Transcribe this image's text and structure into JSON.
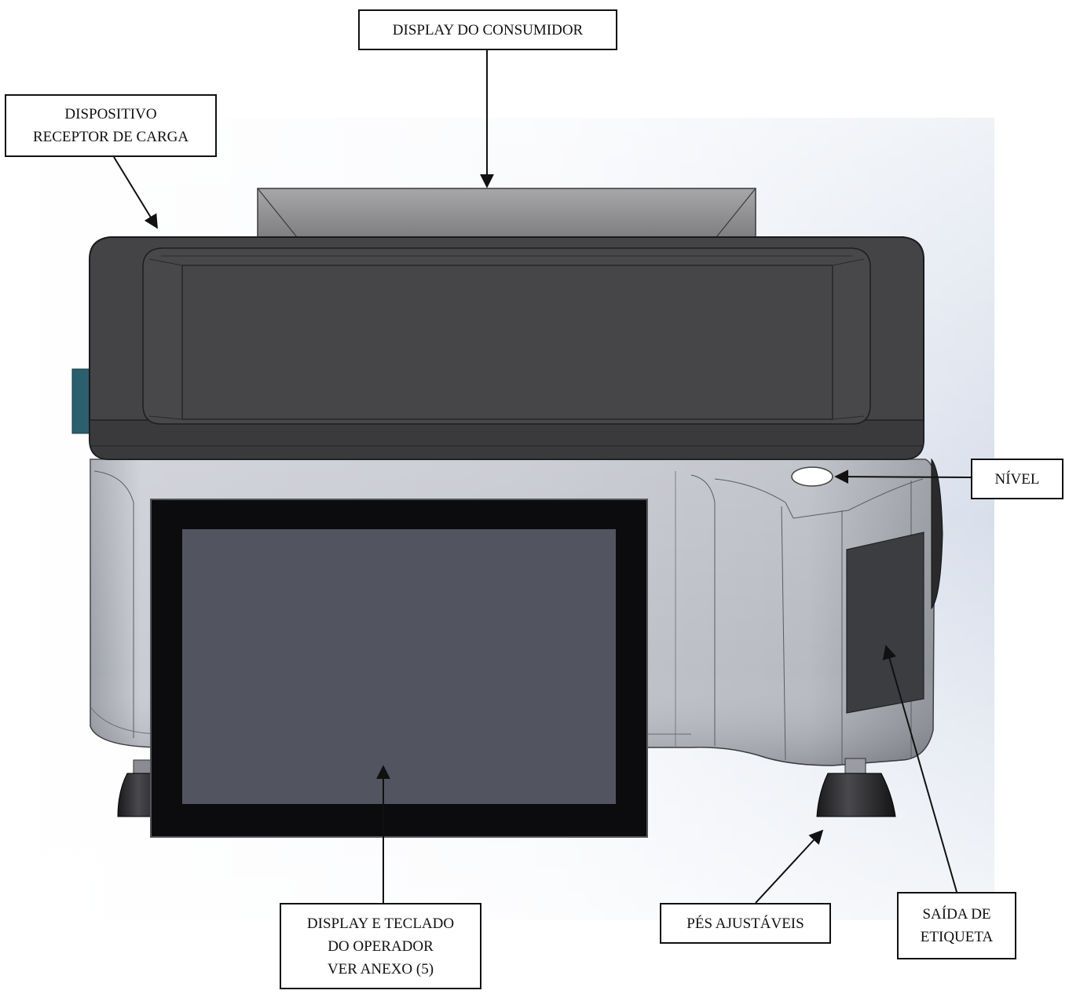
{
  "callouts": {
    "consumer_display": "DISPLAY DO CONSUMIDOR",
    "load_receptor": "DISPOSITIVO\nRECEPTOR DE CARGA",
    "level": "NÍVEL",
    "operator_display": "DISPLAY E TECLADO\nDO OPERADOR\nVER ANEXO (5)",
    "adjustable_feet": "PÉS AJUSTÁVEIS",
    "label_exit": "SAÍDA DE\nETIQUETA"
  },
  "colors": {
    "body_gray": "#b9bcc4",
    "tray_dark": "#434345",
    "screen_frame": "#0c0c0e",
    "screen_glass": "#525460",
    "background_gradient": "#dde3ee",
    "side_connector": "#2b5f6e"
  }
}
